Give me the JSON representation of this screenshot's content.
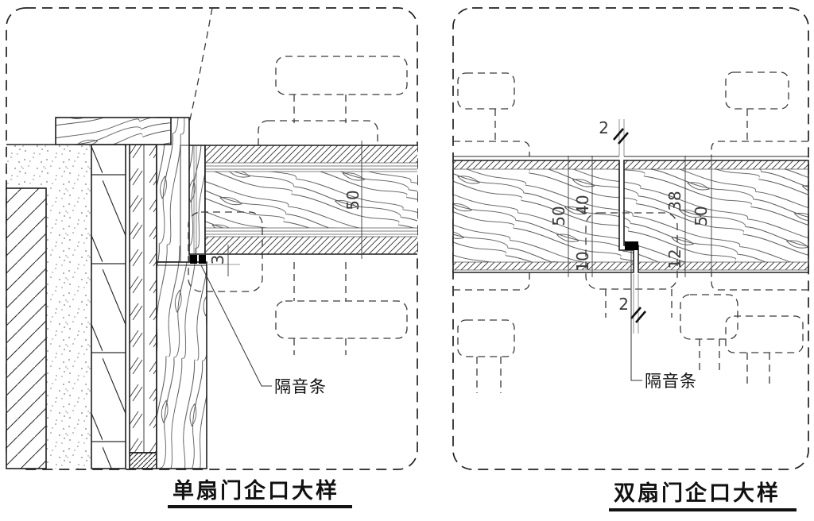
{
  "page": {
    "background": "#ffffff",
    "line_color": "#1f1f1f"
  },
  "left_drawing": {
    "title": "单扇门企口大样",
    "callout_label": "隔音条",
    "dims": {
      "door_thickness": "50",
      "stop_gap": "3"
    }
  },
  "right_drawing": {
    "title": "双扇门企口大样",
    "callout_label": "隔音条",
    "dims": {
      "top_gap": "2",
      "left_leaf_thickness": "50",
      "left_leaf_upper": "40",
      "left_leaf_lower": "10",
      "right_leaf_upper": "38",
      "right_leaf_lower": "12",
      "right_leaf_thickness": "50",
      "bottom_gap": "2"
    }
  }
}
